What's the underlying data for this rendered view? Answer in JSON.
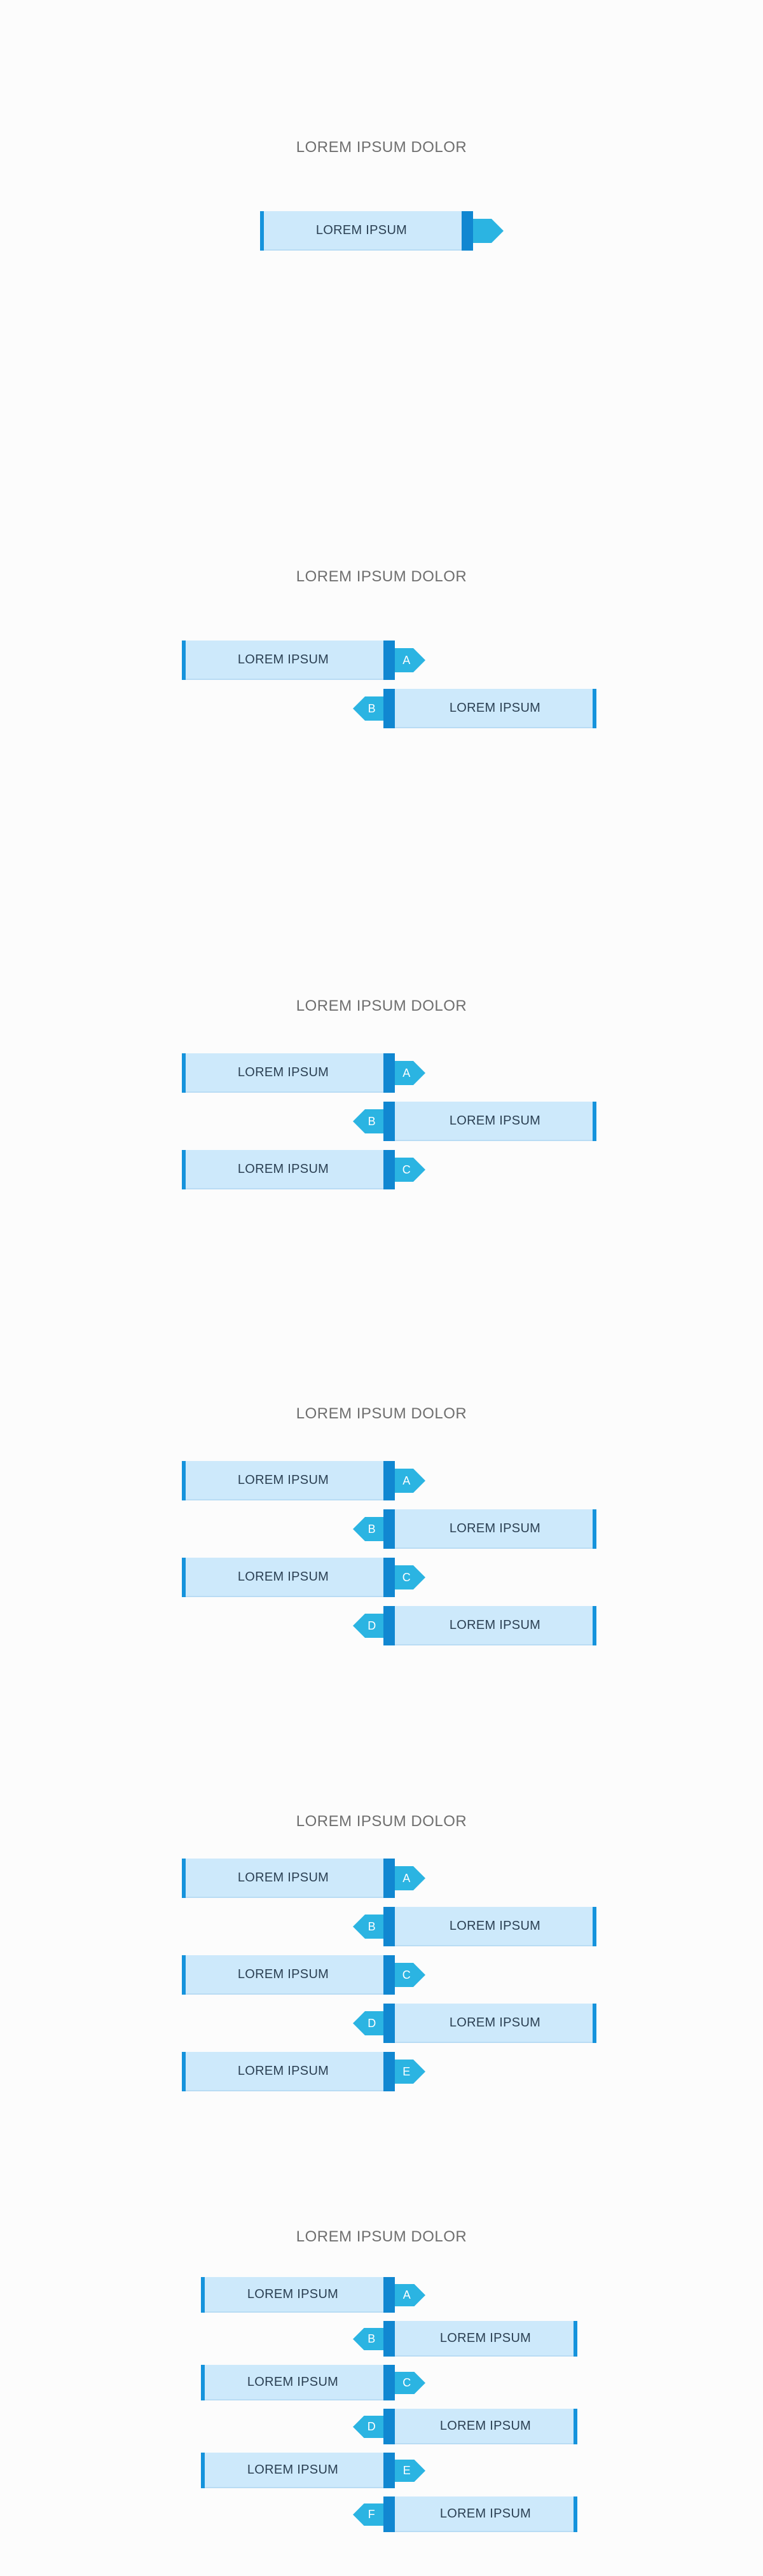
{
  "colors": {
    "background": "#fcfcfc",
    "title": "#6f6f6f",
    "bar_fill": "#cde9fb",
    "bar_text": "#2a3f52",
    "bar_cap": "#1593dc",
    "spine": "#1187d1",
    "tag": "#2bb4e2",
    "tag_text": "#ffffff"
  },
  "diagrams": [
    {
      "title": "LOREM IPSUM DOLOR",
      "items": [
        {
          "label": "LOREM IPSUM",
          "letter": "",
          "side": "left"
        }
      ]
    },
    {
      "title": "LOREM IPSUM DOLOR",
      "items": [
        {
          "label": "LOREM IPSUM",
          "letter": "A",
          "side": "left"
        },
        {
          "label": "LOREM IPSUM",
          "letter": "B",
          "side": "right"
        }
      ]
    },
    {
      "title": "LOREM IPSUM DOLOR",
      "items": [
        {
          "label": "LOREM IPSUM",
          "letter": "A",
          "side": "left"
        },
        {
          "label": "LOREM IPSUM",
          "letter": "B",
          "side": "right"
        },
        {
          "label": "LOREM IPSUM",
          "letter": "C",
          "side": "left"
        }
      ]
    },
    {
      "title": "LOREM IPSUM DOLOR",
      "items": [
        {
          "label": "LOREM IPSUM",
          "letter": "A",
          "side": "left"
        },
        {
          "label": "LOREM IPSUM",
          "letter": "B",
          "side": "right"
        },
        {
          "label": "LOREM IPSUM",
          "letter": "C",
          "side": "left"
        },
        {
          "label": "LOREM IPSUM",
          "letter": "D",
          "side": "right"
        }
      ]
    },
    {
      "title": "LOREM IPSUM DOLOR",
      "items": [
        {
          "label": "LOREM IPSUM",
          "letter": "A",
          "side": "left"
        },
        {
          "label": "LOREM IPSUM",
          "letter": "B",
          "side": "right"
        },
        {
          "label": "LOREM IPSUM",
          "letter": "C",
          "side": "left"
        },
        {
          "label": "LOREM IPSUM",
          "letter": "D",
          "side": "right"
        },
        {
          "label": "LOREM IPSUM",
          "letter": "E",
          "side": "left"
        }
      ]
    },
    {
      "title": "LOREM IPSUM DOLOR",
      "items": [
        {
          "label": "LOREM IPSUM",
          "letter": "A",
          "side": "left"
        },
        {
          "label": "LOREM IPSUM",
          "letter": "B",
          "side": "right"
        },
        {
          "label": "LOREM IPSUM",
          "letter": "C",
          "side": "left"
        },
        {
          "label": "LOREM IPSUM",
          "letter": "D",
          "side": "right"
        },
        {
          "label": "LOREM IPSUM",
          "letter": "E",
          "side": "left"
        },
        {
          "label": "LOREM IPSUM",
          "letter": "F",
          "side": "right"
        }
      ]
    }
  ]
}
